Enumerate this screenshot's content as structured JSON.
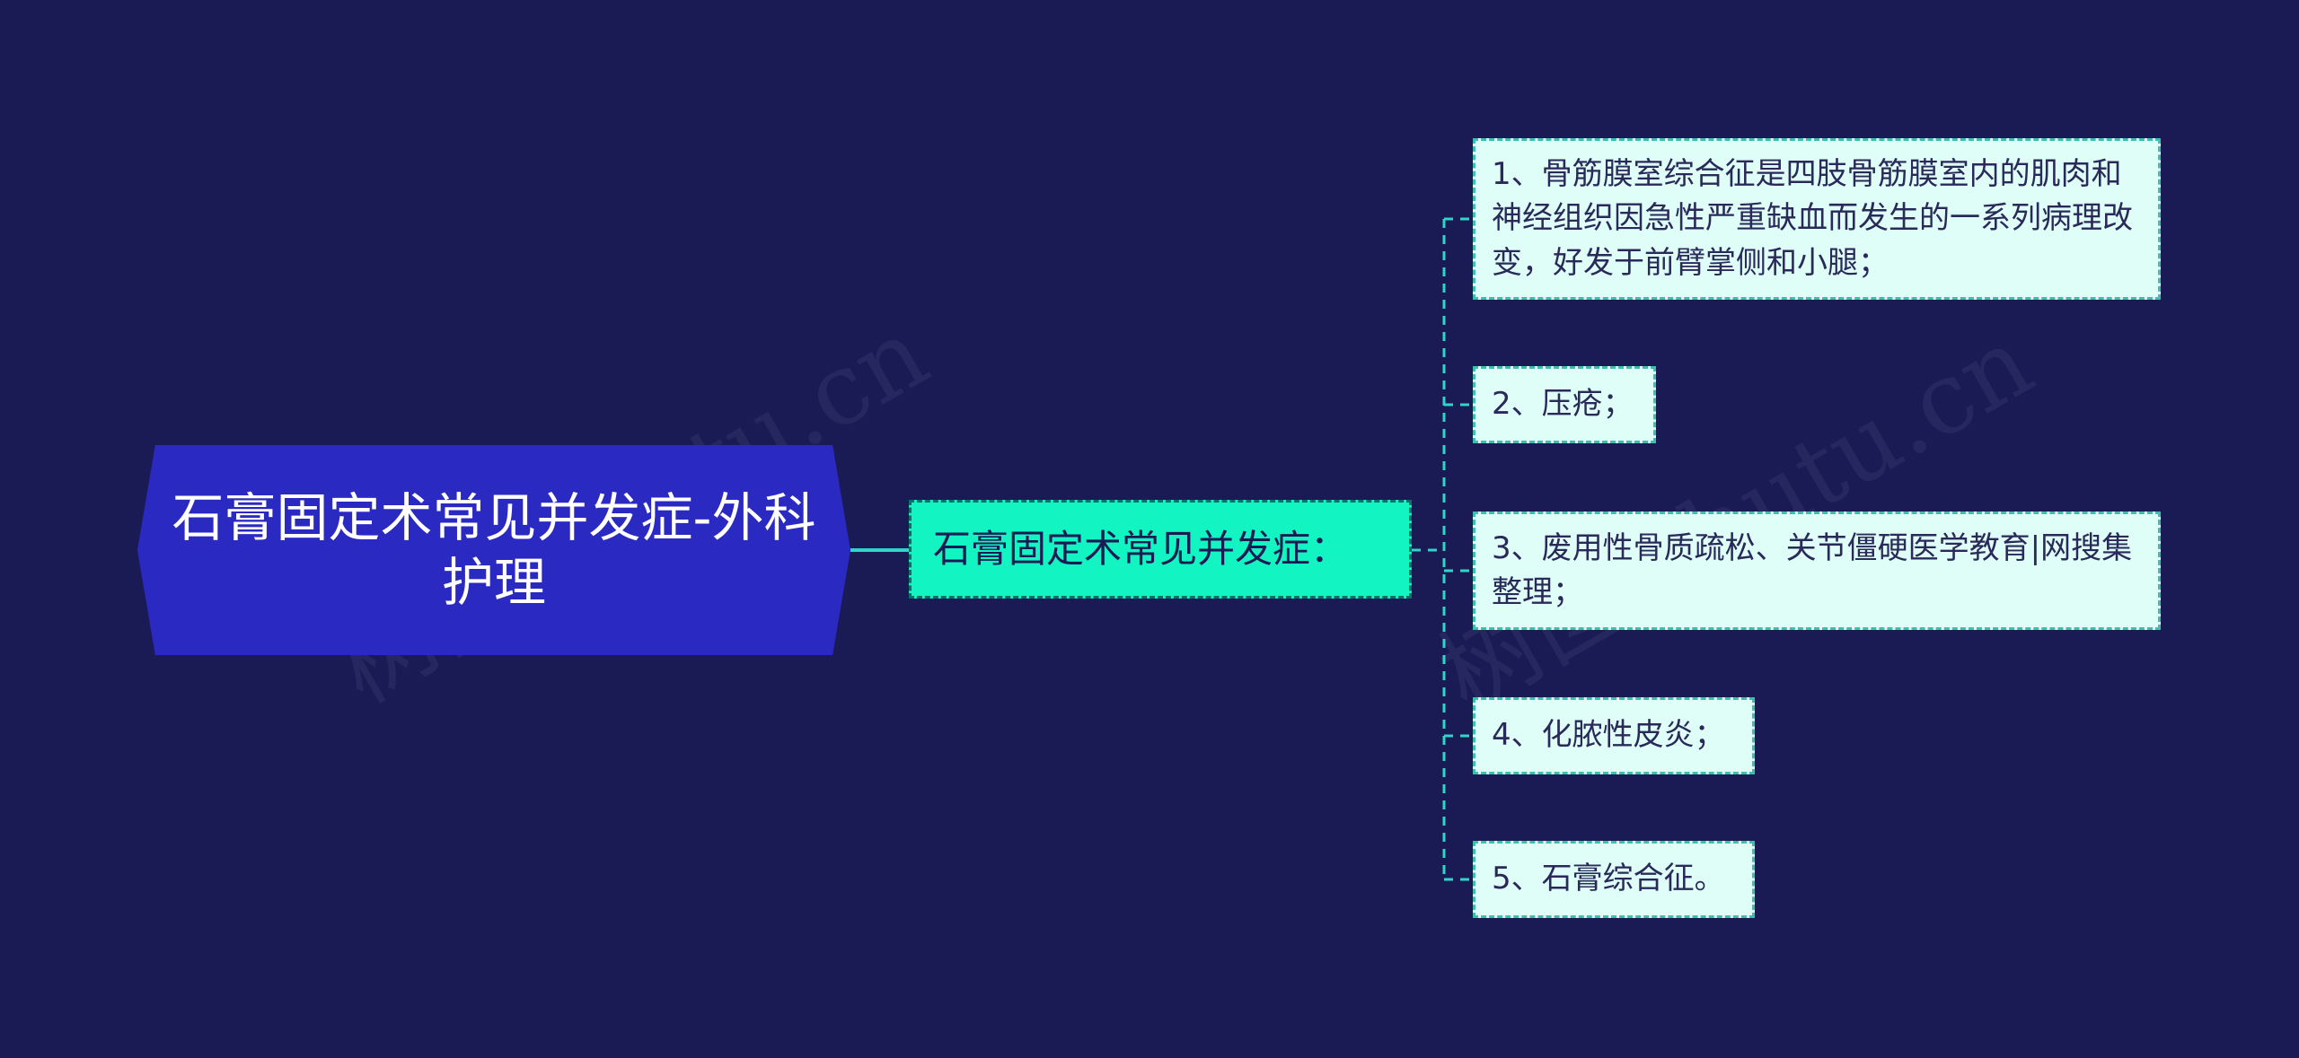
{
  "mindmap": {
    "root": {
      "label": "石膏固定术常见并发症-外科护理"
    },
    "branch": {
      "label": "石膏固定术常见并发症："
    },
    "leaves": [
      {
        "label": "1、骨筋膜室综合征是四肢骨筋膜室内的肌肉和神经组织因急性严重缺血而发生的一系列病理改变，好发于前臂掌侧和小腿；"
      },
      {
        "label": "2、压疮；"
      },
      {
        "label": "3、废用性骨质疏松、关节僵硬医学教育|网搜集整理；"
      },
      {
        "label": "4、化脓性皮炎；"
      },
      {
        "label": "5、石膏综合征。"
      }
    ]
  },
  "colors": {
    "background": "#1a1a55",
    "root_fill": "#2a2ac2",
    "branch_fill": "#12f5c2",
    "leaf_fill": "#dffef7",
    "connector": "#2fd6c7"
  },
  "watermark": "树图 shutu.cn"
}
